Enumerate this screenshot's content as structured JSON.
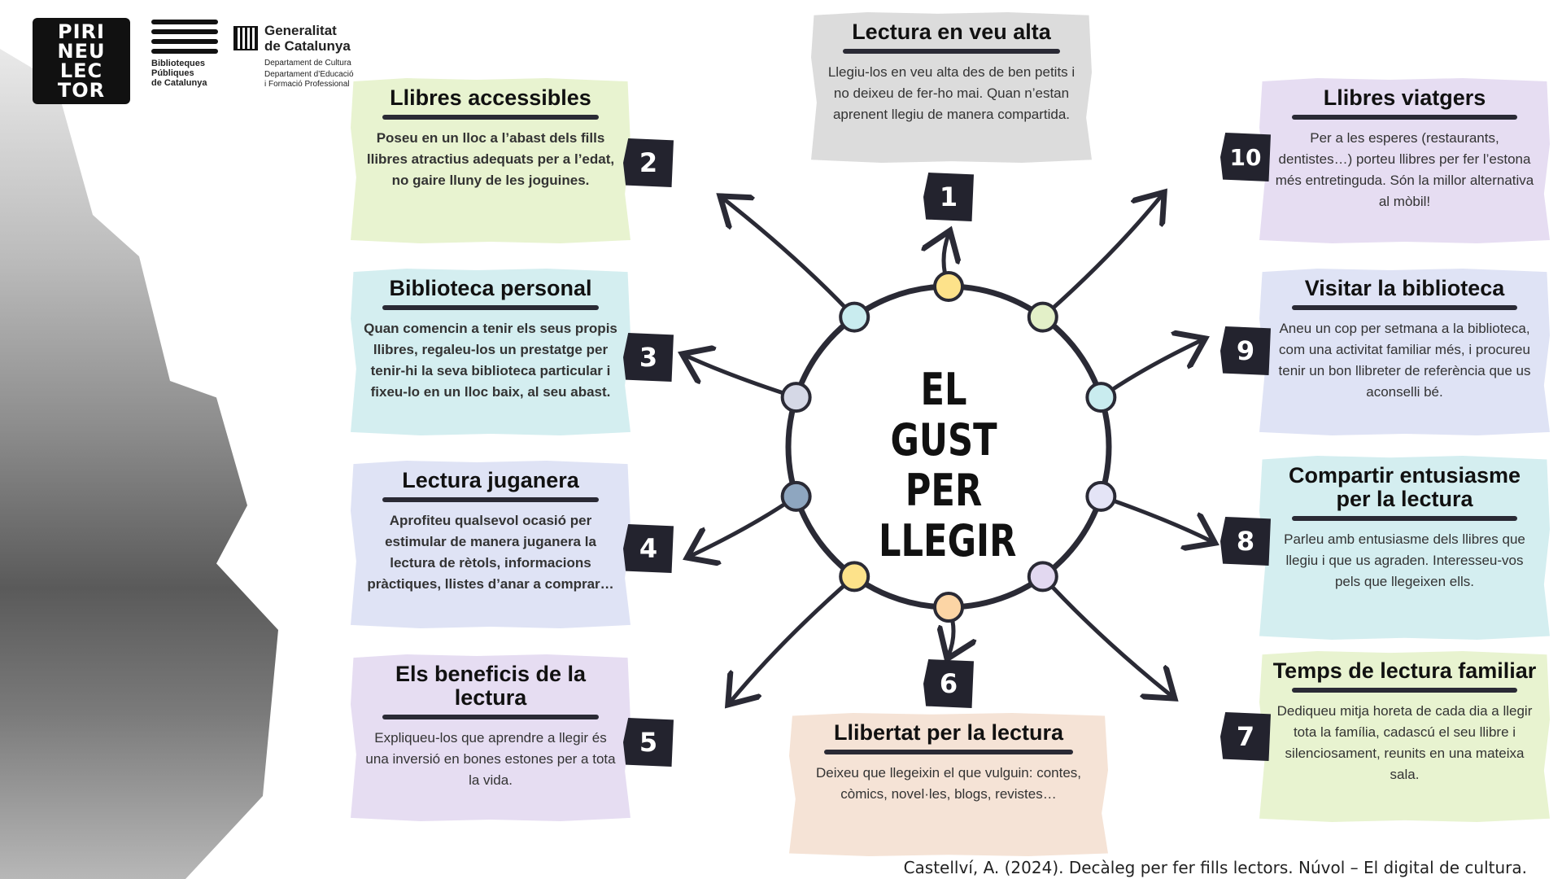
{
  "logos": {
    "pirineu_lector": [
      "PIRI",
      "NEU",
      "LEC",
      "TOR"
    ],
    "biblioteques": [
      "Biblioteques",
      "Públiques",
      "de Catalunya"
    ],
    "generalitat": {
      "title": [
        "Generalitat",
        "de Catalunya"
      ],
      "depts": [
        "Departament de Cultura",
        "Departament d’Educació",
        "i Formació Professional"
      ]
    }
  },
  "center_title": [
    "EL GUST",
    "PER",
    "LLEGIR"
  ],
  "cards": [
    {
      "n": "1",
      "title": "Lectura en veu alta",
      "body": "Llegiu-los en veu alta des de ben petits i no deixeu de fer-ho mai. Quan n’estan aprenent llegiu de manera compartida.",
      "color": "#dcdcdc"
    },
    {
      "n": "2",
      "title": "Llibres accessibles",
      "body": "Poseu en un lloc a l’abast dels fills llibres atractius adequats per a l’edat, no gaire lluny de les joguines.",
      "color": "#e8f3d0"
    },
    {
      "n": "3",
      "title": "Biblioteca personal",
      "body": "Quan comencin a tenir els seus propis llibres, regaleu-los un prestatge per tenir-hi la seva biblioteca particular i fixeu-lo en un lloc baix, al seu abast.",
      "color": "#d4eef0"
    },
    {
      "n": "4",
      "title": "Lectura juganera",
      "body": "Aprofiteu qualsevol ocasió per estimular de manera juganera la lectura de rètols, informacions pràctiques, llistes d’anar a comprar…",
      "color": "#dfe3f5"
    },
    {
      "n": "5",
      "title": "Els beneficis de la lectura",
      "body": "Expliqueu-los que aprendre a llegir és una inversió en bones estones per a tota la vida.",
      "color": "#e6ddf2"
    },
    {
      "n": "6",
      "title": "Llibertat per la lectura",
      "body": "Deixeu que llegeixin el que vulguin: contes, còmics, novel·les, blogs, revistes…",
      "color": "#f5e3d6"
    },
    {
      "n": "7",
      "title": "Temps de lectura familiar",
      "body": "Dediqueu mitja horeta de cada dia a llegir tota la família, cadascú el seu llibre i silenciosament, reunits en una mateixa sala.",
      "color": "#e8f3d0"
    },
    {
      "n": "8",
      "title": "Compartir entusiasme per la lectura",
      "body": "Parleu amb entusiasme dels llibres que llegiu i que us agraden. Interesseu-vos pels que llegeixen ells.",
      "color": "#d4eef0"
    },
    {
      "n": "9",
      "title": "Visitar la biblioteca",
      "body": "Aneu un cop per setmana a la biblioteca, com una activitat familiar més, i procureu tenir un bon llibreter de referència que us aconselli bé.",
      "color": "#dfe3f5"
    },
    {
      "n": "10",
      "title": "Llibres viatgers",
      "body": "Per a les esperes (restaurants, dentistes…) porteu llibres per fer l’estona més entretinguda. Són la millor alternativa al mòbil!",
      "color": "#e6ddf2"
    }
  ],
  "dot_colors": [
    "#fde28a",
    "#e3f0c8",
    "#c9ecef",
    "#e4e4f6",
    "#e2d8f0",
    "#fcd5a5",
    "#fde28a",
    "#8ea6c0",
    "#d5d8e6",
    "#c9ecef"
  ],
  "citation": "Castellví, A. (2024). Decàleg per fer fills lectors. Núvol – El digital de cultura."
}
